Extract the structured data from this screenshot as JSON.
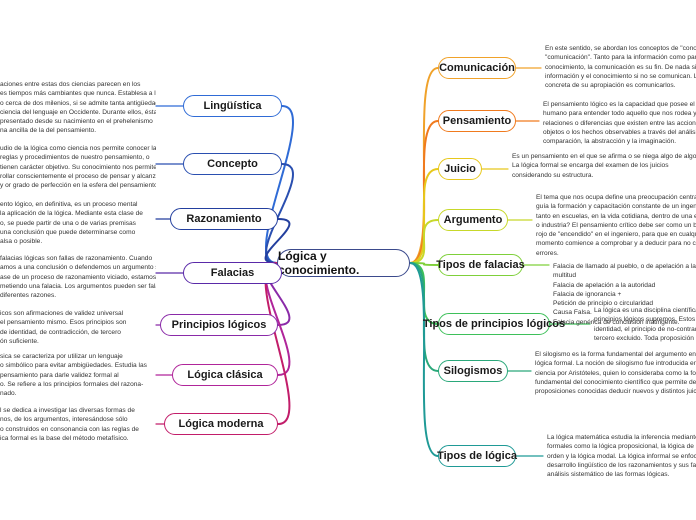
{
  "center": "Lógica y conocimiento.",
  "left": [
    {
      "label": "Lingüística",
      "color": "#2f6bd6",
      "text": "aciones entre estas dos ciencias parecen en los\nes tiempos más cambiantes que nunca. Establesa a lo\no cerca de dos milenios, si se admite tanta antigüedad\nciencia del lenguaje en Occidente. Durante ellos, ésta\npresentado desde su nacimiento en el prehelenismo\nna ancilla de la del pensamiento."
    },
    {
      "label": "Concepto",
      "color": "#2a4fb0",
      "text": "udio de la lógica como ciencia nos permite conocer las\nreglas y procedimientos de nuestro pensamiento, o\ntienen carácter objetivo. Su conocimiento nos permite\nrollar conscientemente el proceso de pensar y alcanzar\ny or grado de perfección en la esfera del pensamiento."
    },
    {
      "label": "Razonamiento",
      "color": "#233f9e",
      "text": "ento lógico, en definitiva, es un proceso mental\nla aplicación de la lógica. Mediante esta clase de\no, se puede partir de una o de varias premisas\nuna conclusión que puede determinarse como\nalsa o posible."
    },
    {
      "label": "Falacias",
      "color": "#5a2aa8",
      "text": "falacias lógicas son fallas de razonamiento. Cuando\namos a una conclusión o defendemos un argumento sobre\nase de un proceso de razonamiento viciado, estamos\nmetiendo una falacia. Los argumentos pueden ser falaces\ndiferentes razones."
    },
    {
      "label": "Principios lógicos",
      "color": "#8a2aa8",
      "text": "icos son afirmaciones de validez universal\nel pensamiento mismo. Esos principios son\nde identidad, de contradicción, de tercero\nón suficiente."
    },
    {
      "label": "Lógica clásica",
      "color": "#b0259a",
      "text": "sica se caracteriza por utilizar un lenguaje\no simbólico para evitar ambigüedades. Estudia las\npensamiento para darle validez formal al\no. Se refiere a los principios formales del razona-\nnado."
    },
    {
      "label": "Lógica moderna",
      "color": "#c21d6a",
      "text": "l se dedica a investigar las diversas formas de\nnos, de los argumentos, interesándose sólo\no construidos en consonancia con las reglas de\nica formal es la base del método metafísico."
    }
  ],
  "right": [
    {
      "label": "Comunicación",
      "color": "#f0a22a",
      "text": "En este sentido, se abordan los conceptos de \"conoci\n\"comunicación\". Tanto para la información como para\nconocimiento, la comunicación es su fin. De nada sirve\ninformación y el conocimiento si no se comunican. La\nconcreta de su apropiación es comunicarlos."
    },
    {
      "label": "Pensamiento",
      "color": "#f07a1e",
      "text": "El pensamiento lógico es la capacidad que posee el ser\nhumano para entender todo aquello que nos rodea y la\nrelaciones o diferencias que existen entre las acciones,\nobjetos o los hechos observables a través del análisis, l\ncomparación, la abstracción y la imaginación."
    },
    {
      "label": "Juicio",
      "color": "#e7c81c",
      "text": "Es un pensamiento en el que se afirma o se niega algo de algo.\nLa lógica formal se encarga del examen de los juicios\nconsiderando su estructura."
    },
    {
      "label": "Argumento",
      "color": "#c7d82a",
      "text": "El tema que nos ocupa define una preocupación central: ¿\nguía la formación y capacitación constante de un ingenier\ntanto en escuelas, en la vida cotidiana, dentro de una emp\no industria? El pensamiento crítico debe ser como un boto\nrojo de \"encendido\" en el ingeniero, para que en cualquie\nmomento comience a comprobar y a deducir para no come\nerrores."
    },
    {
      "label": "Tipos de falacias",
      "color": "#7fd03a",
      "text": "Falacia de llamado al pueblo, o de apelación a la\nmultitud\nFalacia de apelación a la autoridad\nFalacia de ignorancia +\nPetición de principio o circularidad\nCausa Falsa.\nFalacia genérica de conclusión inatingente."
    },
    {
      "label": "Tipos de principios lógicos",
      "color": "#3ec05a",
      "text": "La lógica es una disciplina científica c\nprincipios lógicos supremos. Estos so\nidentidad, el principio de no-contradi\ntercero excluido. Toda proposición es"
    },
    {
      "label": "Silogismos",
      "color": "#2aa87a",
      "text": "El silogismo es la forma fundamental del argumento en la\nlógica formal. La noción de silogismo fue introducida en la\nciencia por Aristóteles, quien lo consideraba como la forma\nfundamental del conocimiento científico que permite de do\nproposiciones conocidas deducir nuevos y distintos juicios."
    },
    {
      "label": "Tipos de lógica",
      "color": "#1f9a96",
      "text": "La lógica matemática estudia la inferencia mediante\nformales como la lógica proposicional, la lógica de p\norden y la lógica modal. La lógica informal se enfoca\ndesarrollo lingüístico de los razonamientos y sus fala\nanálisis sistemático de las formas lógicas."
    }
  ]
}
